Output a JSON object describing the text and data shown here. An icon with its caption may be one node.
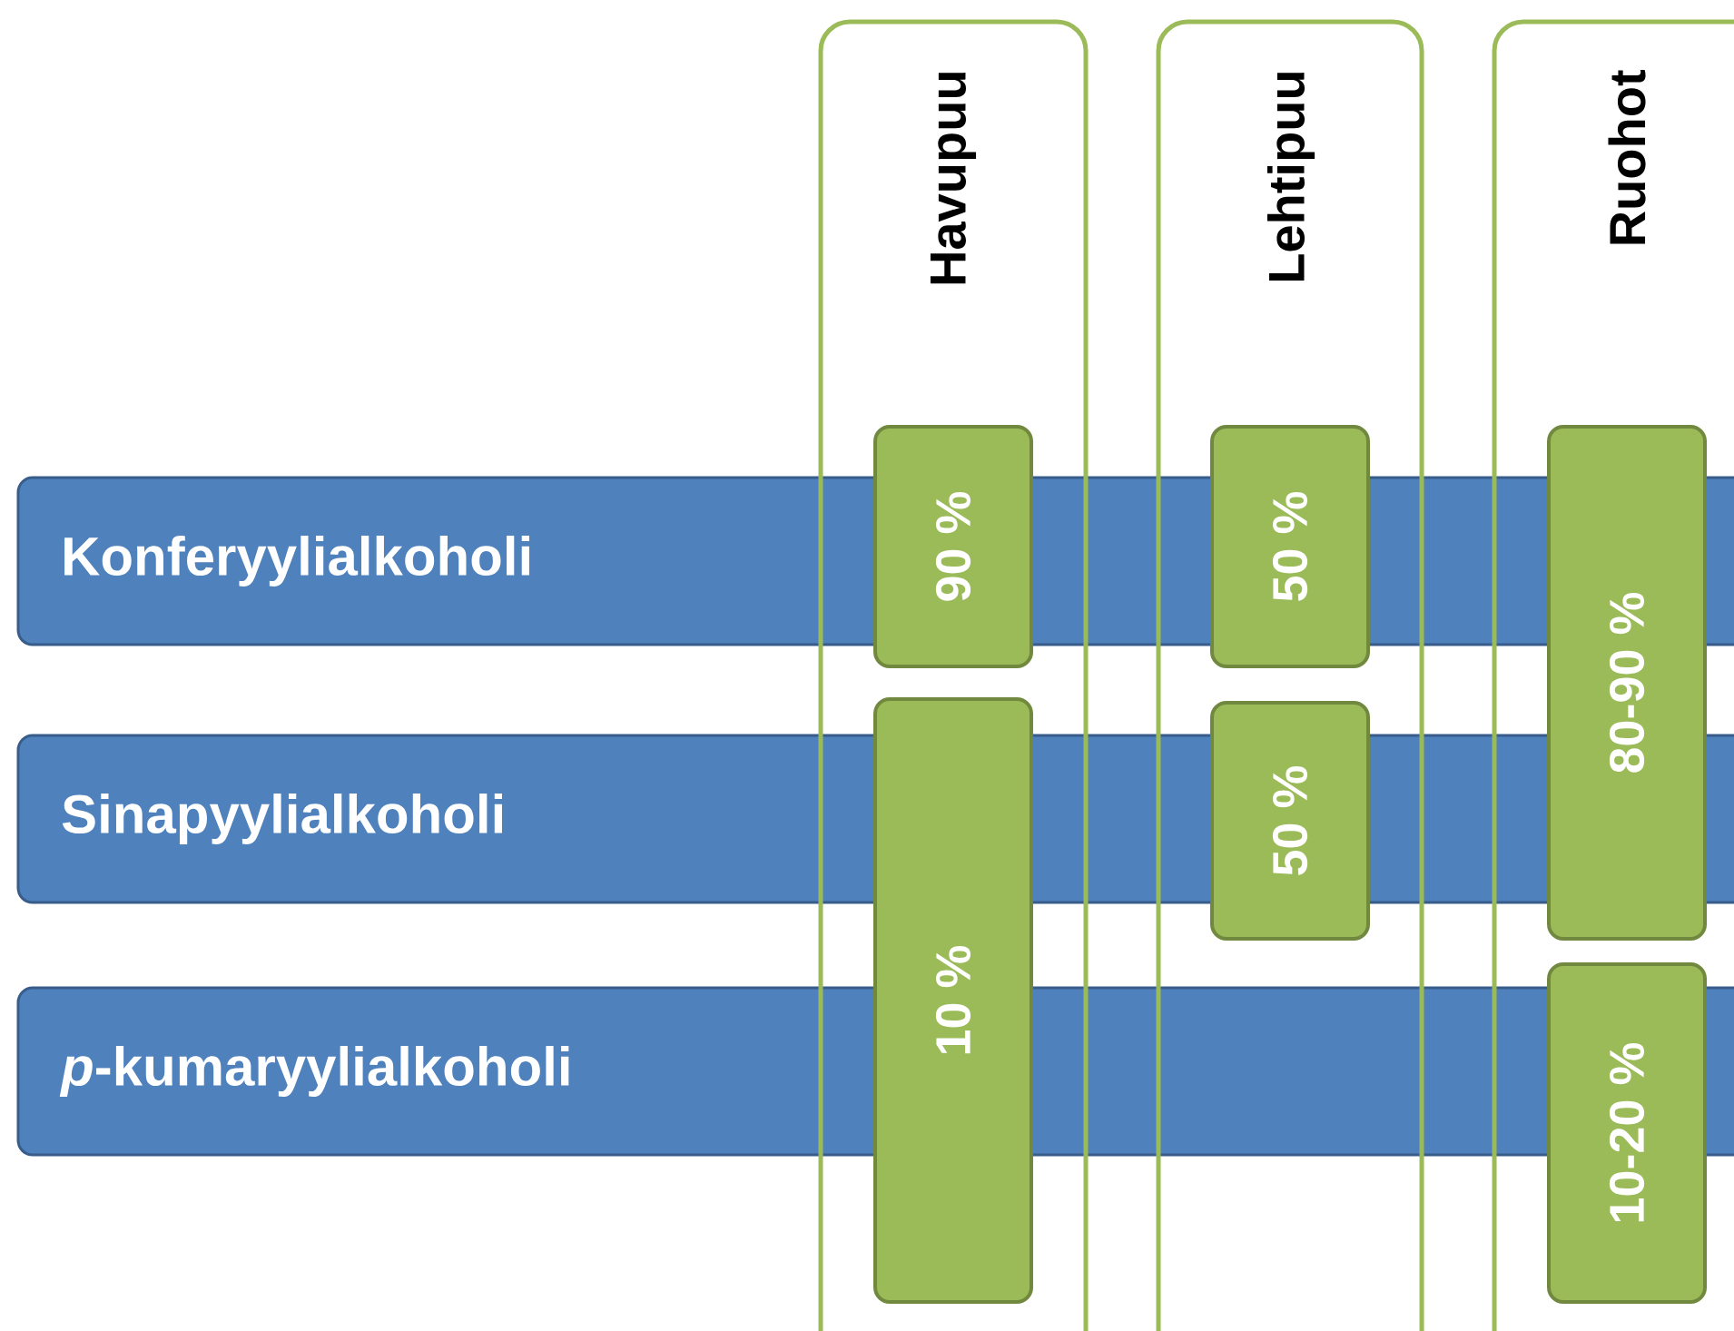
{
  "diagram": {
    "nodes": [
      {
        "text": [
          "Havupuu"
        ]
      },
      {
        "text": [
          "90 %"
        ],
        "in": 0
      },
      {
        "text": [
          "10 %"
        ],
        "in": 0
      },
      {
        "text": [
          "Lehtipuu"
        ]
      },
      {
        "text": [
          "50 %"
        ],
        "in": 3
      },
      {
        "text": [
          "50 %"
        ],
        "in": 3
      },
      {
        "text": [
          "Ruohot"
        ]
      },
      {
        "text": [
          "80-90 %"
        ],
        "in": 6
      },
      {
        "text": [
          "10-20 %"
        ],
        "in": 6
      },
      {
        "text": [
          "Konferyylialkoholi"
        ]
      },
      {
        "text": [
          "Sinapyylialkoholi"
        ]
      },
      {
        "text": [
          "*p*-kumaryylialkoholi"
        ]
      }
    ]
  }
}
